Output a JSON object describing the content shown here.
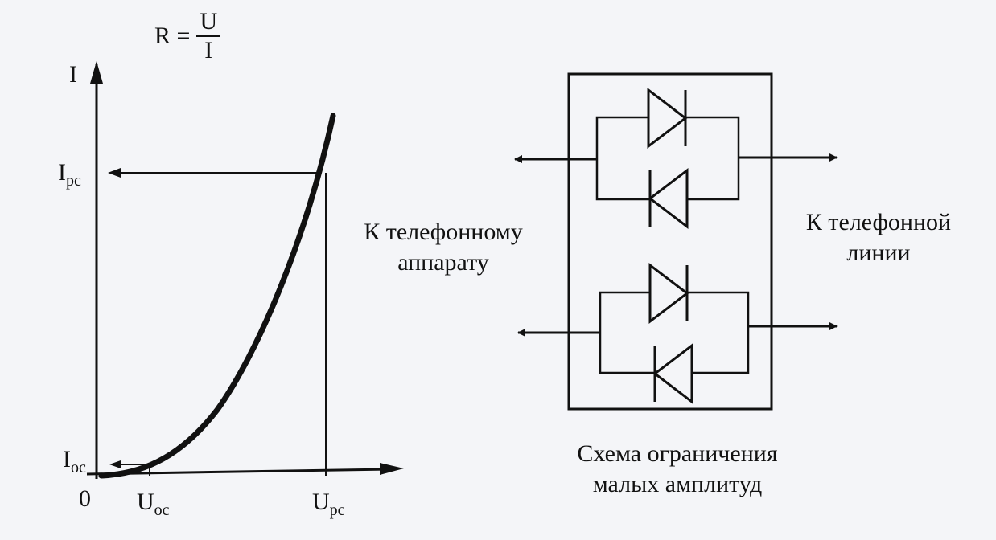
{
  "graph": {
    "y_axis_label": "I",
    "origin_label": "0",
    "formula": {
      "lhs": "R =",
      "numerator": "U",
      "denominator": "I"
    },
    "ticks": {
      "i_pc": {
        "main": "I",
        "sub": "pc"
      },
      "i_oc": {
        "main": "I",
        "sub": "oc"
      },
      "u_oc": {
        "main": "U",
        "sub": "oc"
      },
      "u_pc": {
        "main": "U",
        "sub": "pc"
      }
    }
  },
  "circuit": {
    "left_label": [
      "К телефонному",
      "аппарату"
    ],
    "right_label": [
      "К телефонной",
      "линии"
    ],
    "caption": [
      "Схема ограничения",
      "малых амплитуд"
    ]
  },
  "colors": {
    "ink": "#111111",
    "paper": "#f4f5f8"
  }
}
